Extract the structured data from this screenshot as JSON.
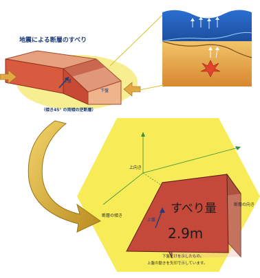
{
  "title": "地震による断層のすべり",
  "top_caption": "（傾き45° の両傾の逆断層）",
  "left_block": {
    "upper_label": "上盤",
    "lower_label": "下盤"
  },
  "large_block": {
    "upper_label": "上盤",
    "slip_label": "すべり量",
    "slip_value": "2.9m"
  },
  "axis_labels": {
    "up": "上向き",
    "fault_strike": "断層の向き",
    "fault_dip": "断層の傾き"
  },
  "footnote": {
    "line1": "下盤だけを示したもの。",
    "line2": "上盤の動きを矢印で示しています。"
  },
  "colors": {
    "hexagon": "#f7ec58",
    "block_top": "#d47a5c",
    "block_front": "#c44a3a",
    "block_side": "#e8a383",
    "ocean": "#2f75c9",
    "land": "#e7a64a",
    "arrow": "#d6b23b"
  }
}
